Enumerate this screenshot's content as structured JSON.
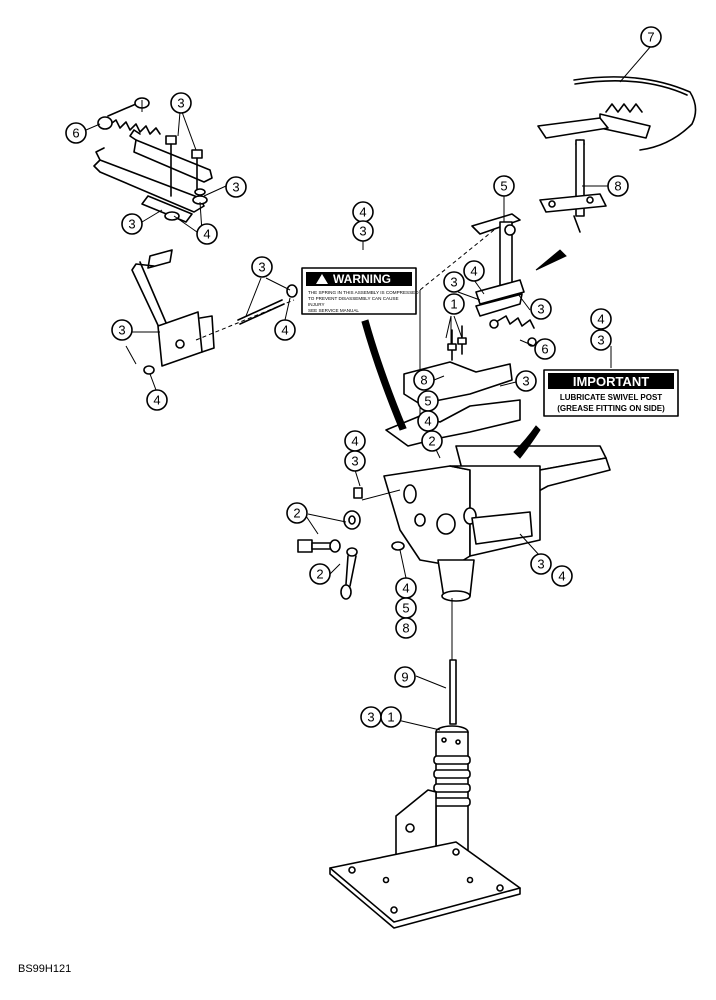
{
  "figure_ref": "BS99H121",
  "callouts": {
    "c7": "7",
    "c8_top": "8",
    "c5_top": "5",
    "c3_a": "3",
    "c6_a": "6",
    "c3_b": "3",
    "c3_c": "3",
    "c4_a": "4",
    "c4_b": "4",
    "c3_d": "3",
    "c3_e": "3",
    "c4_c": "4",
    "c3_f": "3",
    "c4_d": "4",
    "c3_g": "3",
    "c4_e": "4",
    "c1_a": "1",
    "c3_h": "3",
    "c6_b": "6",
    "c4_f": "4",
    "c3_i": "3",
    "c8_mid": "8",
    "c3_j": "3",
    "c5_mid": "5",
    "c4_g": "4",
    "c2_a": "2",
    "c4_h": "4",
    "c3_k": "3",
    "c2_b": "2",
    "c2_c": "2",
    "c3_l": "3",
    "c4_i": "4",
    "c4_j": "4",
    "c5_low": "5",
    "c8_low": "8",
    "c9": "9",
    "c3_m": "3",
    "c1_b": "1"
  },
  "warning_decal": {
    "title": "WARNING",
    "body": [
      "THE SPRING IN THIS ASSEMBLY IS COMPRESSED",
      "TO PREVENT DISASSEMBLY CAN CAUSE",
      "INJURY",
      "SEE SERVICE MANUAL"
    ]
  },
  "important_decal": {
    "title": "IMPORTANT",
    "line1": "LUBRICATE SWIVEL POST",
    "line2": "(GREASE FITTING ON SIDE)"
  }
}
